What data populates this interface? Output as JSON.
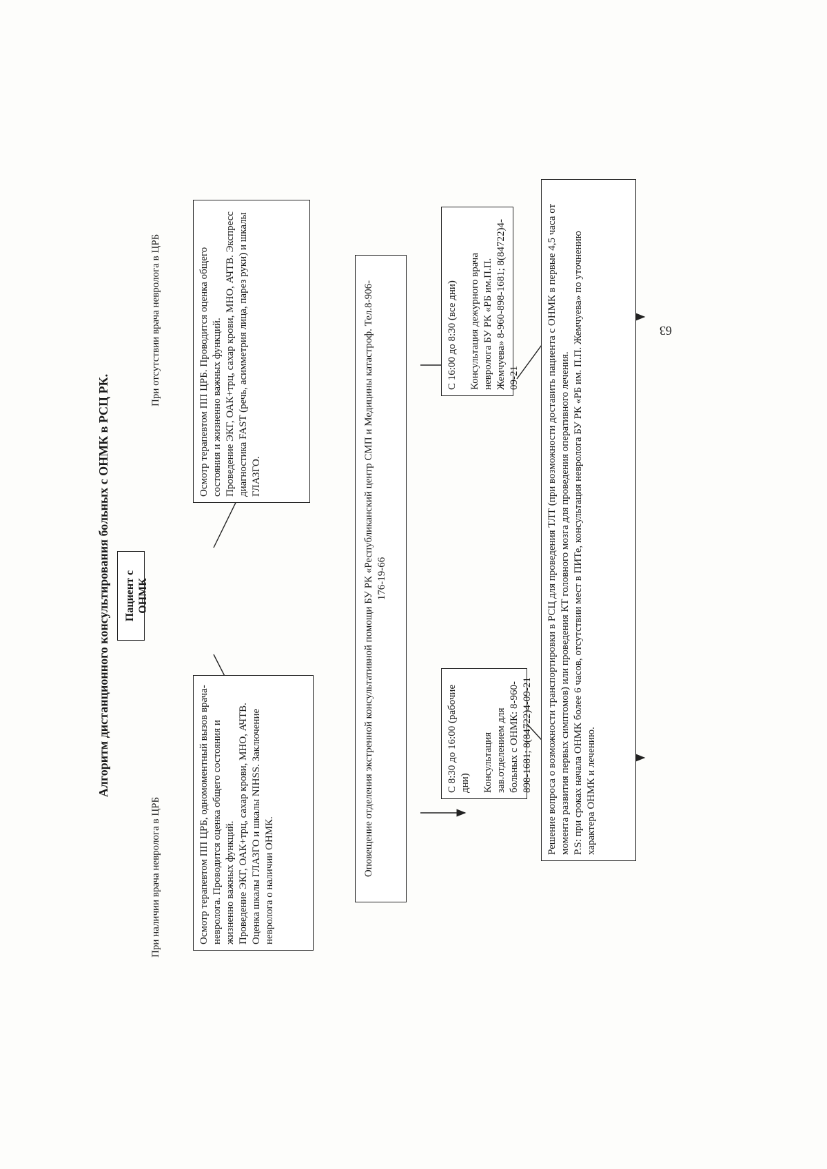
{
  "title": "Алгоритм дистанционного консультирования больных с ОНМК в РСЦ РК.",
  "patient_box": "Пациент с ОНМК",
  "branch_left_label": "При наличии врача невролога в ЦРБ",
  "branch_right_label": "При отсутствии врача невролога в ЦРБ",
  "box_left": {
    "p1": "Осмотр терапевтом ПП ЦРБ, одномоментный вызов врача-невролога. Проводится оценка общего состояния и жизненно важных функций.",
    "p2": "Проведение ЭКГ, ОАК+трц, сахар крови, МНО, АЧТВ.",
    "p3": "Оценка шкалы ГЛАЗГО и шкалы NIHSS. Заключение невролога о наличии ОНМК."
  },
  "box_right": {
    "p1": "Осмотр терапевтом ПП ЦРБ. Проводится оценка общего состояния и жизненно важных функций.",
    "p2": "Проведение ЭКГ, ОАК+трц, сахар крови, МНО, АЧТВ. Экспресс диагностика FAST (речь, асимметрия лица, парез руки) и шкалы ГЛАЗГО."
  },
  "notify_box": "Оповещение отделения экстренной консультативной помощи БУ РК «Республиканский центр СМП и Медицины катастроф. Тел.8-906-176-19-66",
  "day_box": {
    "time": "С 8:30 до 16:00 (рабочие дни)",
    "text": "Консультация зав.отделением для больных с ОНМК: 8-960-898-1681; 8(84722)4-09-21"
  },
  "night_box": {
    "time": "С 16:00 до 8:30 (все дни)",
    "text": "Консультация дежурного врача невролога БУ РК «РБ им.П.П. Жемчуева» 8-960-898-1681; 8(84722)4-09-21"
  },
  "decision_box": {
    "p1": "Решение вопроса о возможности транспортировки в РСЦ для проведения ТЛТ (при возможности доставить пациента с ОНМК в первые 4,5 часа от момента развития первых симптомов) или проведения КТ головного мозга для проведения оперативного лечения.",
    "p2": "P.S: при сроках начала ОНМК более 6 часов, отсутствии мест в ПИТе, консультация невролога БУ РК «РБ им. П.П. Жемчуева» по уточнению характера ОНМК и лечению."
  },
  "page_number": "63"
}
